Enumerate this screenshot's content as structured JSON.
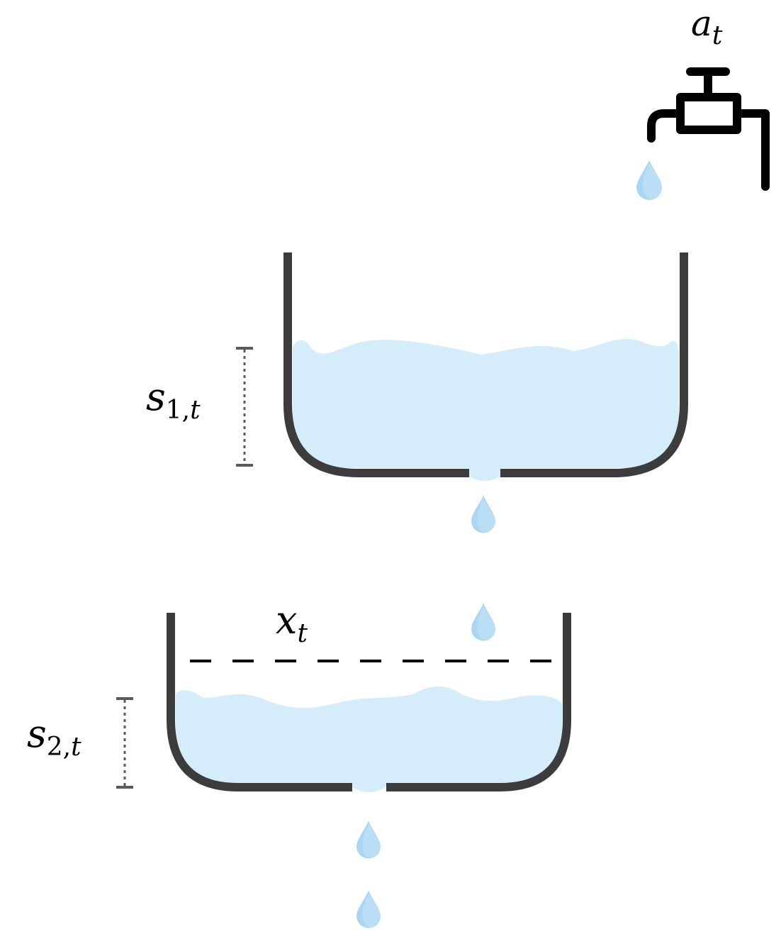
{
  "labels": {
    "action": {
      "main": "a",
      "sub": "t"
    },
    "tank1_level": {
      "main": "s",
      "sub_index": "1",
      "sub_sep": ",",
      "sub_time": "t"
    },
    "tank2_level": {
      "main": "s",
      "sub_index": "2",
      "sub_sep": ",",
      "sub_time": "t"
    },
    "target": {
      "main": "x",
      "sub": "t"
    }
  },
  "colors": {
    "water": "#d5ecfb",
    "drop": "#a9d6f2",
    "drop_shade": "#c7e6f8",
    "tank_wall": "#3c3c3c",
    "faucet": "#000000",
    "bracket": "#5a5a5a",
    "dash": "#000000"
  },
  "icons": {
    "faucet": "faucet-icon",
    "drop": "water-drop-icon"
  }
}
